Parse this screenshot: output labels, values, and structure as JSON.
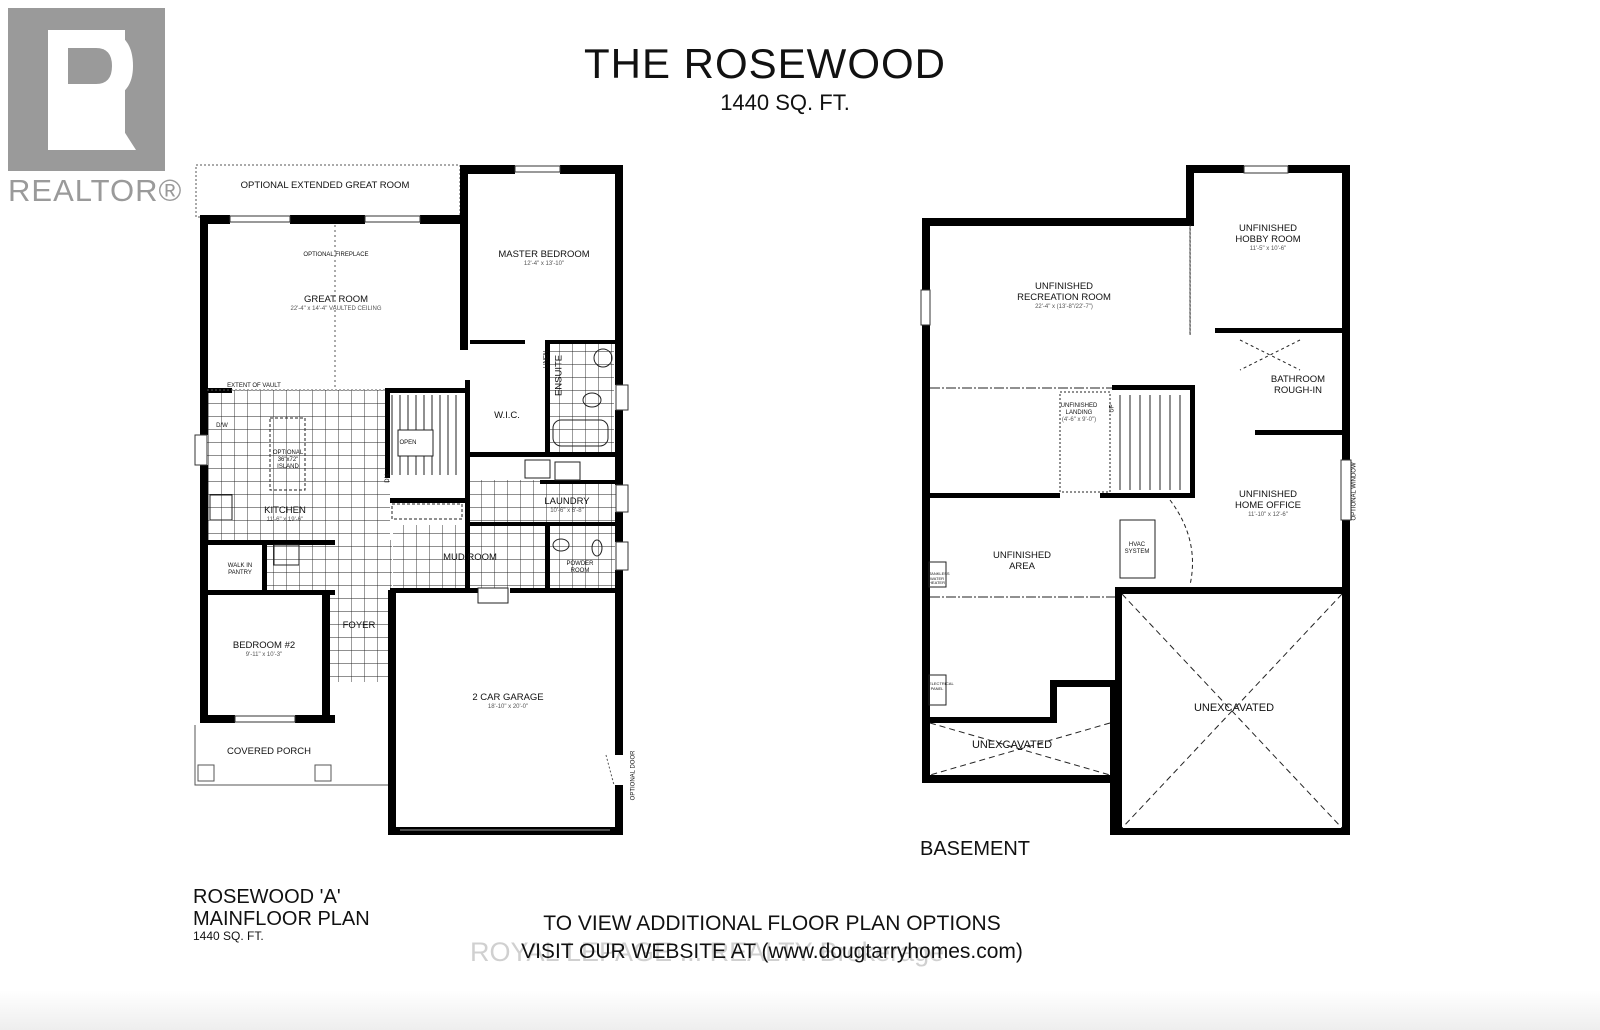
{
  "logo": {
    "text": "REALTOR®"
  },
  "header": {
    "title": "THE ROSEWOOD",
    "area": "1440 SQ. FT."
  },
  "main_floor": {
    "rooms": [
      {
        "name": "OPTIONAL EXTENDED GREAT ROOM",
        "dims": ""
      },
      {
        "name": "OPTIONAL FIREPLACE",
        "dims": ""
      },
      {
        "name": "GREAT ROOM",
        "dims": "22'-4\" x 14'-4\" VAULTED CEILING"
      },
      {
        "name": "MASTER BEDROOM",
        "dims": "12'-4\" x 13'-10\""
      },
      {
        "name": "EXTENT OF VAULT",
        "dims": ""
      },
      {
        "name": "OPTIONAL 36\"x72\" ISLAND",
        "dims": ""
      },
      {
        "name": "KITCHEN",
        "dims": "11'-6\" x 19'-6\""
      },
      {
        "name": "OPEN",
        "dims": ""
      },
      {
        "name": "DN",
        "dims": ""
      },
      {
        "name": "W.I.C.",
        "dims": ""
      },
      {
        "name": "LINEN",
        "dims": ""
      },
      {
        "name": "ENSUITE",
        "dims": ""
      },
      {
        "name": "LAUNDRY",
        "dims": "10'-6\" x 6'-8\""
      },
      {
        "name": "MUD ROOM",
        "dims": ""
      },
      {
        "name": "POWDER ROOM",
        "dims": ""
      },
      {
        "name": "WALK IN PANTRY",
        "dims": ""
      },
      {
        "name": "FOYER",
        "dims": ""
      },
      {
        "name": "BEDROOM #2",
        "dims": "9'-11\" x 10'-3\""
      },
      {
        "name": "2 CAR GARAGE",
        "dims": "18'-10\" x 20'-0\""
      },
      {
        "name": "COVERED PORCH",
        "dims": ""
      },
      {
        "name": "OPTIONAL DOOR",
        "dims": ""
      },
      {
        "name": "D/W",
        "dims": ""
      }
    ],
    "caption": {
      "line1": "ROSEWOOD 'A'",
      "line2": "MAINFLOOR PLAN",
      "line3": "1440 SQ. FT."
    }
  },
  "basement": {
    "rooms": [
      {
        "name": "UNFINISHED HOBBY ROOM",
        "dims": "11'-5\" x 10'-6\""
      },
      {
        "name": "UNFINISHED RECREATION ROOM",
        "dims": "22'-4\" x (13'-8\"/22'-7\")"
      },
      {
        "name": "BATHROOM ROUGH-IN",
        "dims": ""
      },
      {
        "name": "UNFINISHED LANDING",
        "dims": "(4'-6\" x 9'-0\")"
      },
      {
        "name": "UP",
        "dims": ""
      },
      {
        "name": "UNFINISHED HOME OFFICE",
        "dims": "11'-10\" x 12'-6\""
      },
      {
        "name": "OPTIONAL WINDOW",
        "dims": ""
      },
      {
        "name": "UNFINISHED AREA",
        "dims": ""
      },
      {
        "name": "HVAC SYSTEM",
        "dims": ""
      },
      {
        "name": "TANKLESS WATER HEATER",
        "dims": ""
      },
      {
        "name": "ELECTRICAL PANEL",
        "dims": ""
      },
      {
        "name": "UNEXCAVATED",
        "dims": ""
      },
      {
        "name": "UNEXCAVATED",
        "dims": ""
      }
    ],
    "caption": "BASEMENT"
  },
  "footer": {
    "line1": "TO VIEW ADDITIONAL FLOOR PLAN OPTIONS",
    "line2": "VISIT OUR WEBSITE AT (www.dougtarryhomes.com)"
  },
  "watermark": "ROYAL LEPAGE ... REALTY Brokerage"
}
